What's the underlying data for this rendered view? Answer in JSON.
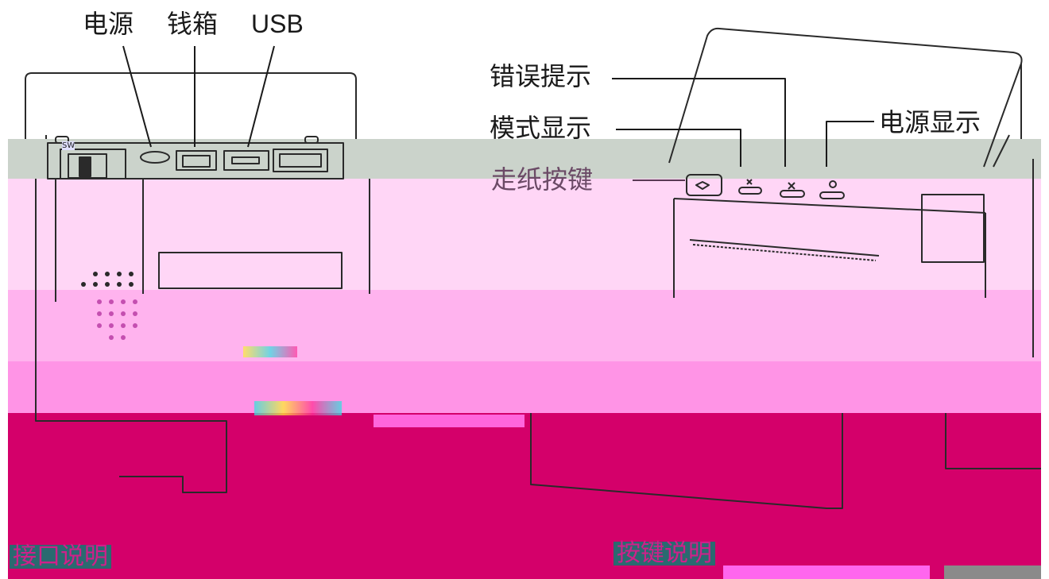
{
  "rear_view": {
    "callouts": {
      "power": "电源",
      "cash_drawer": "钱箱",
      "usb": "USB"
    },
    "switch_mark": "SW",
    "caption": "接口说明"
  },
  "top_view": {
    "callouts": {
      "error_indicator": "错误提示",
      "mode_indicator": "模式显示",
      "power_indicator": "电源显示",
      "feed_button": "走纸按键"
    },
    "caption": "按键说明"
  },
  "colors": {
    "band_gray": "#c9d2c9",
    "band_pink_light": "#ffd0f4",
    "band_pink_mid": "#ffb0ee",
    "band_pink": "#ff8fe6",
    "band_magenta": "#d4006a",
    "line": "#333333"
  }
}
